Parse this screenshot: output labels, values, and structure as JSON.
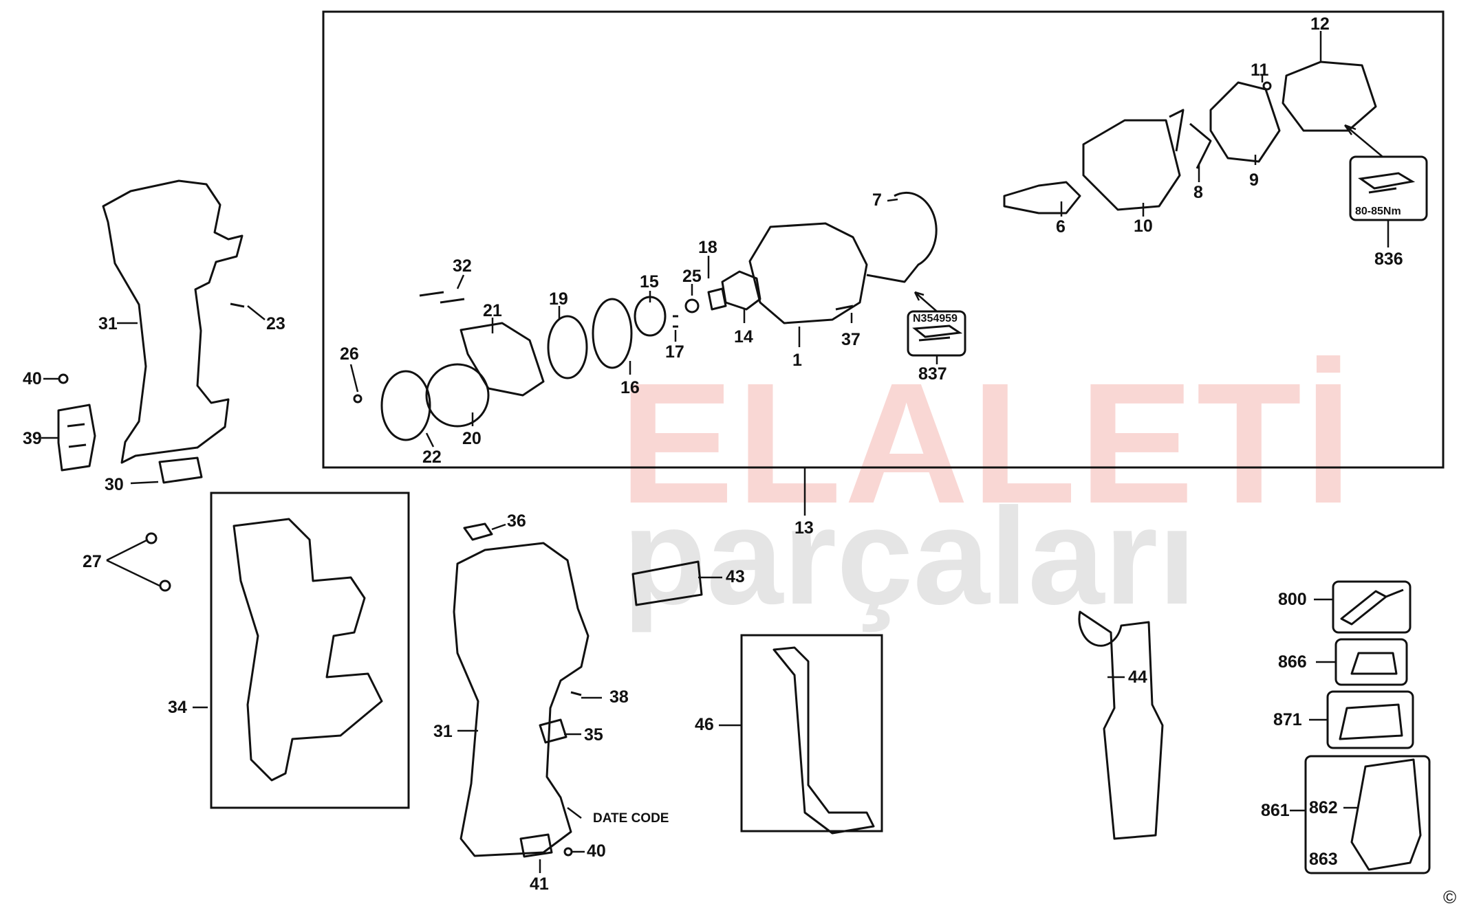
{
  "watermark": {
    "line1": "ELALETİ",
    "line2": "parçaları"
  },
  "copyright": "©",
  "callouts": {
    "c1": "1",
    "c6": "6",
    "c7": "7",
    "c8": "8",
    "c9": "9",
    "c10": "10",
    "c11": "11",
    "c12": "12",
    "c13": "13",
    "c14": "14",
    "c15": "15",
    "c16": "16",
    "c17": "17",
    "c18": "18",
    "c19": "19",
    "c20": "20",
    "c21": "21",
    "c22": "22",
    "c23": "23",
    "c25": "25",
    "c26": "26",
    "c27": "27",
    "c30": "30",
    "c31a": "31",
    "c31b": "31",
    "c32": "32",
    "c34": "34",
    "c35": "35",
    "c36": "36",
    "c37": "37",
    "c38": "38",
    "c39": "39",
    "c40a": "40",
    "c40b": "40",
    "c41": "41",
    "c43": "43",
    "c44": "44",
    "c46": "46",
    "c800": "800",
    "c836": "836",
    "c837": "837",
    "c861": "861",
    "c862": "862",
    "c863": "863",
    "c866": "866",
    "c871": "871"
  },
  "notes": {
    "n354959": "N354959",
    "torque": "80-85Nm",
    "date_code": "DATE CODE"
  },
  "colors": {
    "line": "#111111",
    "watermark_red": "#e86e64",
    "watermark_grey": "#969696"
  }
}
